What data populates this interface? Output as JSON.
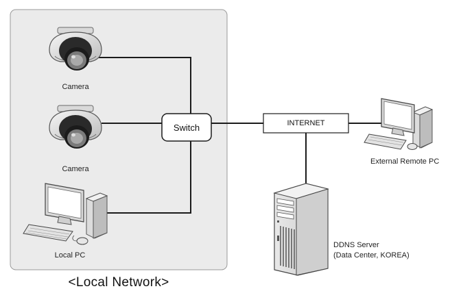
{
  "nodes": {
    "camera_1": "Camera",
    "camera_2": "Camera",
    "local_pc": "Local PC",
    "switch": "Switch",
    "internet": "INTERNET",
    "external_pc": "External Remote PC",
    "ddns_line1": "DDNS Server",
    "ddns_line2": "(Data Center, KOREA)"
  },
  "group_label": "<Local Network>",
  "colors": {
    "panel_fill": "#ebebeb",
    "panel_border": "#9a9a9a",
    "line": "#1a1a1a"
  }
}
